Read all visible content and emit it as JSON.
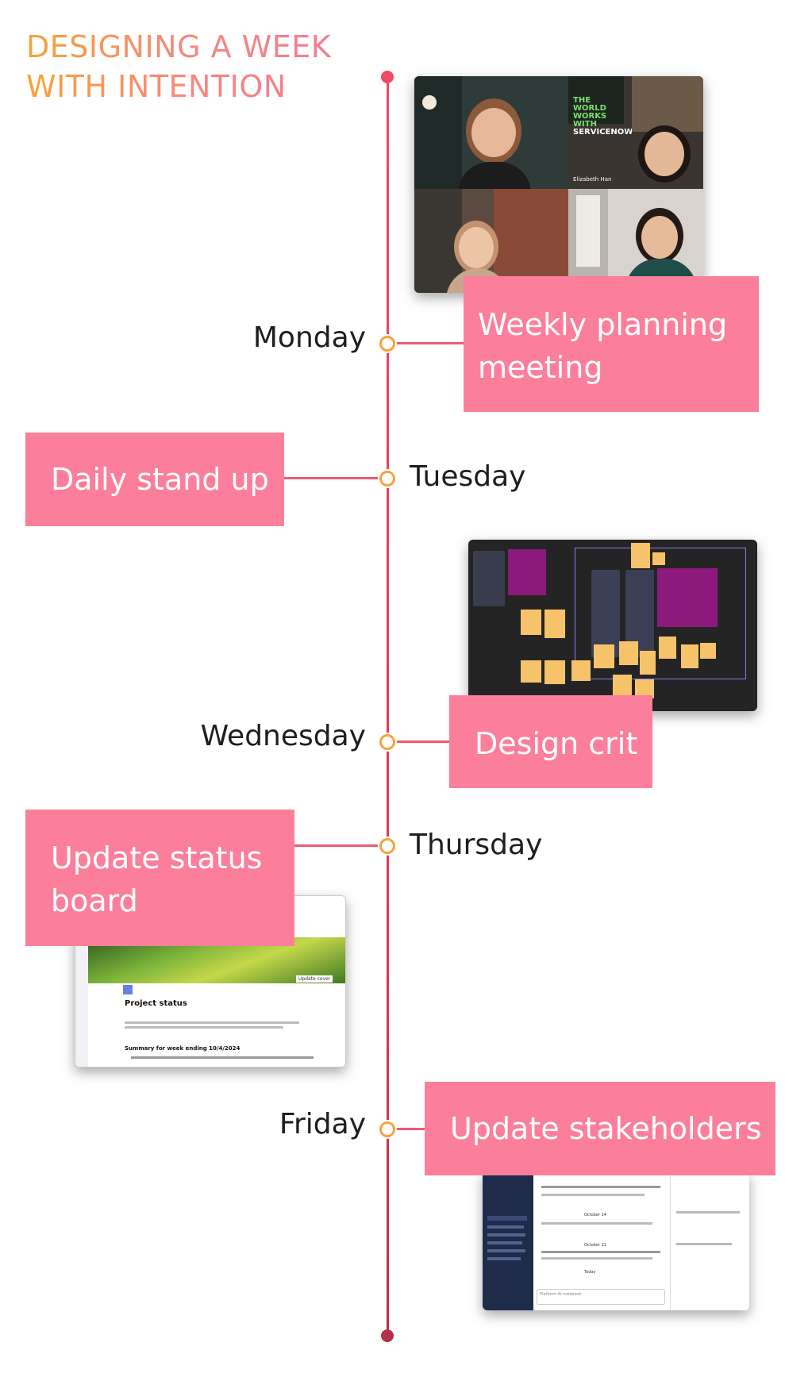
{
  "title": {
    "line1": "DESIGNING A WEEK",
    "line2": "WITH INTENTION"
  },
  "colors": {
    "title_gradient_start": "#f7a33a",
    "title_gradient_end": "#f27a9a",
    "timeline": "#ef4a66",
    "node_ring": "#f7a33a",
    "label_box": "#fb7f9b"
  },
  "days": [
    {
      "name": "Monday",
      "activity_line1": "Weekly planning",
      "activity_line2": "meeting"
    },
    {
      "name": "Tuesday",
      "activity_line1": "Daily stand up"
    },
    {
      "name": "Wednesday",
      "activity_line1": "Design crit"
    },
    {
      "name": "Thursday",
      "activity_line1": "Update status",
      "activity_line2": "board"
    },
    {
      "name": "Friday",
      "activity_line1": "Update stakeholders"
    }
  ],
  "screenshots": {
    "video_call": {
      "brand_line1": "THE",
      "brand_line2": "WORLD",
      "brand_line3": "WORKS",
      "brand_line4": "WITH",
      "brand_line5": "SERVICENOW",
      "participant_name": "Elizabeth Han"
    },
    "status_board": {
      "heading": "Project status",
      "subheading": "Summary for week ending 10/4/2024",
      "button": "Update cover"
    },
    "chat": {
      "channel": "Platform AI notebook",
      "date1": "October 14",
      "date2": "October 21",
      "date3": "Today"
    }
  }
}
